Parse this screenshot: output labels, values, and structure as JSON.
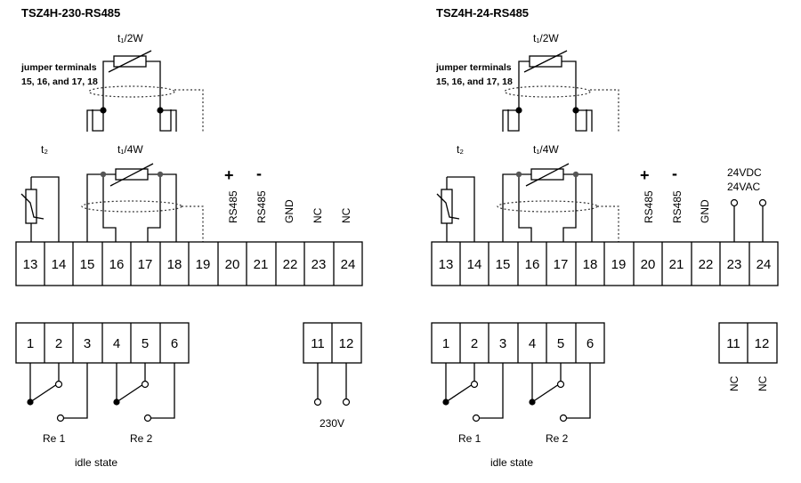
{
  "left": {
    "title": "TSZ4H-230-RS485",
    "jumper_note": [
      "jumper terminals",
      "15, 16, and 17, 18"
    ],
    "resistor_top": "t₁/2W",
    "resistor_main": "t₁/4W",
    "thermistor": "t₂",
    "terminals_main": [
      "13",
      "14",
      "15",
      "16",
      "17",
      "18",
      "19",
      "20",
      "21",
      "22",
      "23",
      "24"
    ],
    "terminal_labels": {
      "t20": "RS485",
      "t21": "RS485",
      "t22": "GND",
      "t23": "NC",
      "t24": "NC"
    },
    "plus": "+",
    "minus": "-",
    "terminals_relay": [
      "1",
      "2",
      "3",
      "4",
      "5",
      "6"
    ],
    "terminals_power": [
      "11",
      "12"
    ],
    "power_label": "230V",
    "relay1": "Re 1",
    "relay2": "Re 2",
    "state": "idle state"
  },
  "right": {
    "title": "TSZ4H-24-RS485",
    "jumper_note": [
      "jumper terminals",
      "15, 16, and 17, 18"
    ],
    "resistor_top": "t₁/2W",
    "resistor_main": "t₁/4W",
    "thermistor": "t₂",
    "terminals_main": [
      "13",
      "14",
      "15",
      "16",
      "17",
      "18",
      "19",
      "20",
      "21",
      "22",
      "23",
      "24"
    ],
    "terminal_labels": {
      "t20": "RS485",
      "t21": "RS485",
      "t22": "GND"
    },
    "supply_label": [
      "24VDC",
      "24VAC"
    ],
    "plus": "+",
    "minus": "-",
    "terminals_relay": [
      "1",
      "2",
      "3",
      "4",
      "5",
      "6"
    ],
    "terminals_power": [
      "11",
      "12"
    ],
    "power_nc": [
      "NC",
      "NC"
    ],
    "relay1": "Re 1",
    "relay2": "Re 2",
    "state": "idle state"
  }
}
